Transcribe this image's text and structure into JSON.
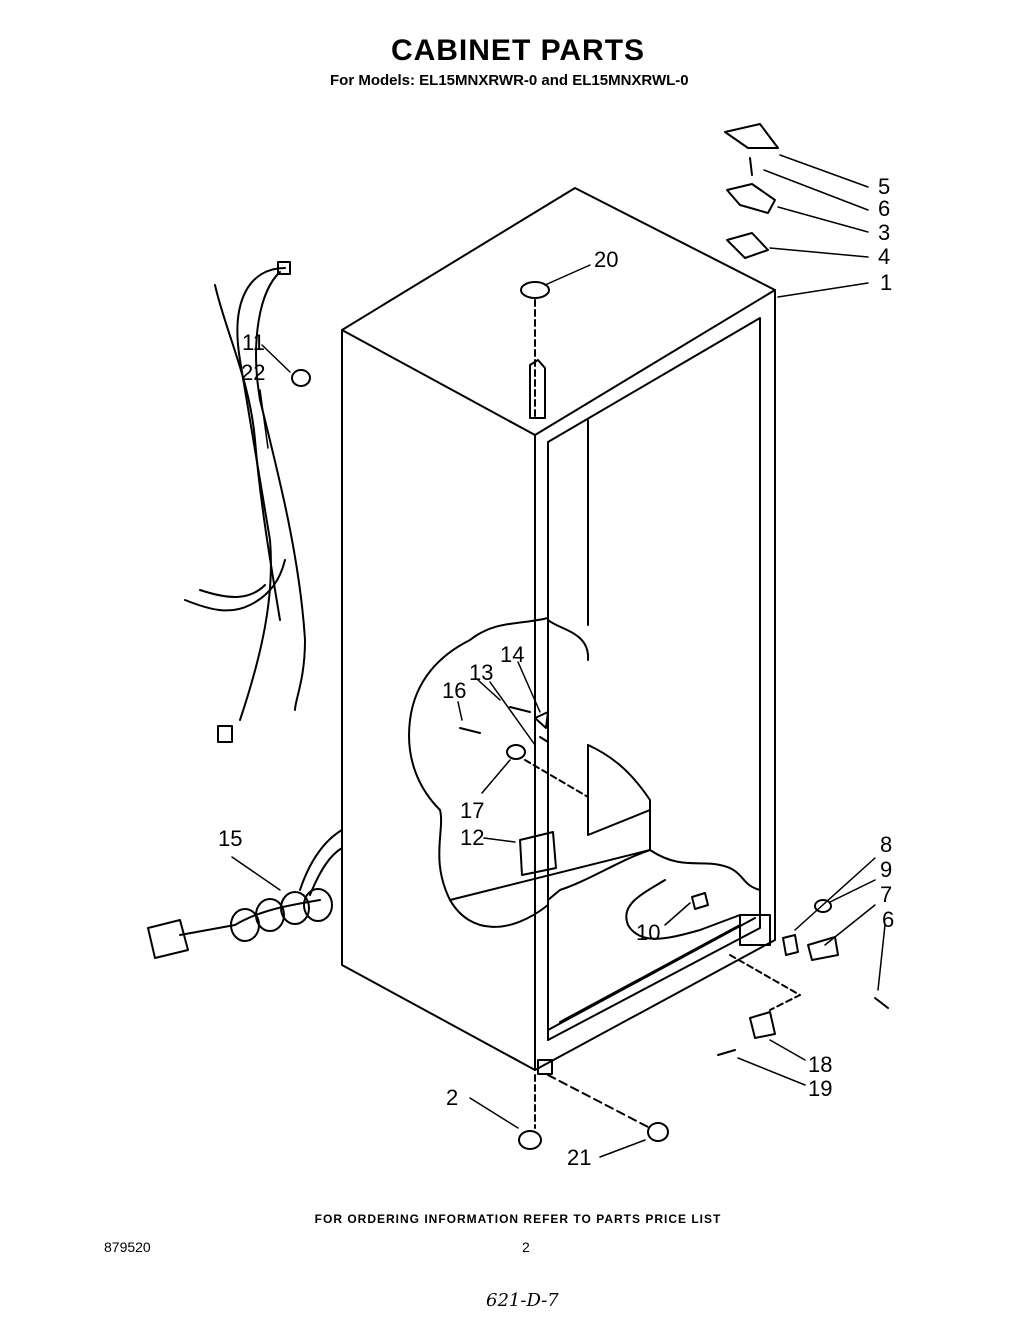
{
  "header": {
    "title": "CABINET PARTS",
    "subtitle": "For Models: EL15MNXRWR-0  and EL15MNXRWL-0"
  },
  "callouts": [
    "1",
    "2",
    "3",
    "4",
    "5",
    "6",
    "6",
    "7",
    "8",
    "9",
    "10",
    "11",
    "12",
    "13",
    "14",
    "15",
    "16",
    "17",
    "18",
    "19",
    "20",
    "21",
    "22"
  ],
  "footer": {
    "ordering_note": "FOR ORDERING INFORMATION REFER TO PARTS PRICE LIST",
    "document_number": "879520",
    "page_number": "2",
    "handwritten_note": "621-D-7"
  }
}
